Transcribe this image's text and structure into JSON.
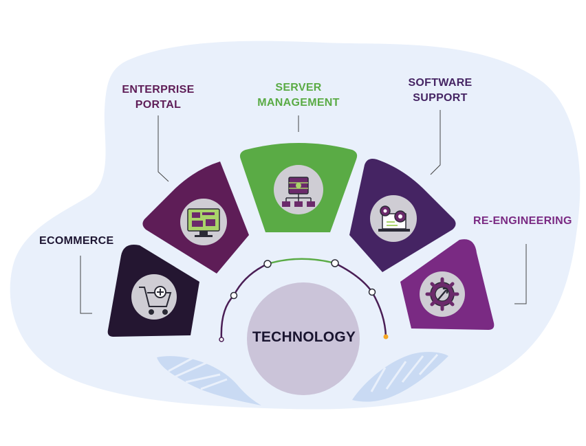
{
  "center": {
    "label": "TECHNOLOGY"
  },
  "segments": [
    {
      "id": "ecommerce",
      "label_lines": [
        "ECOMMERCE"
      ],
      "color": "#241631",
      "icon": "shopping-cart-icon"
    },
    {
      "id": "enterprise-portal",
      "label_lines": [
        "ENTERPRISE",
        "PORTAL"
      ],
      "color": "#5e1d57",
      "icon": "dashboard-monitor-icon"
    },
    {
      "id": "server-management",
      "label_lines": [
        "SERVER",
        "MANAGEMENT"
      ],
      "color": "#5aab45",
      "icon": "server-network-icon"
    },
    {
      "id": "software-support",
      "label_lines": [
        "SOFTWARE",
        "SUPPORT"
      ],
      "color": "#452463",
      "icon": "laptop-gears-icon"
    },
    {
      "id": "re-engineering",
      "label_lines": [
        "RE-ENGINEERING"
      ],
      "color": "#7a2a83",
      "icon": "gear-wrench-icon"
    }
  ],
  "colors": {
    "background_blob": "#e9f0fb",
    "leaf": "#c9daf3",
    "icon_circle": "#cfcdd4",
    "center_circle": "#cbc4d9",
    "label_dark": "#1d1532",
    "label_purple": "#5e1d57",
    "label_green": "#5aab45",
    "label_violet": "#452463",
    "label_magenta": "#7a2a83",
    "arc_purple": "#4a1e55",
    "arc_green": "#5aab45",
    "arc_orange": "#f5a623"
  }
}
